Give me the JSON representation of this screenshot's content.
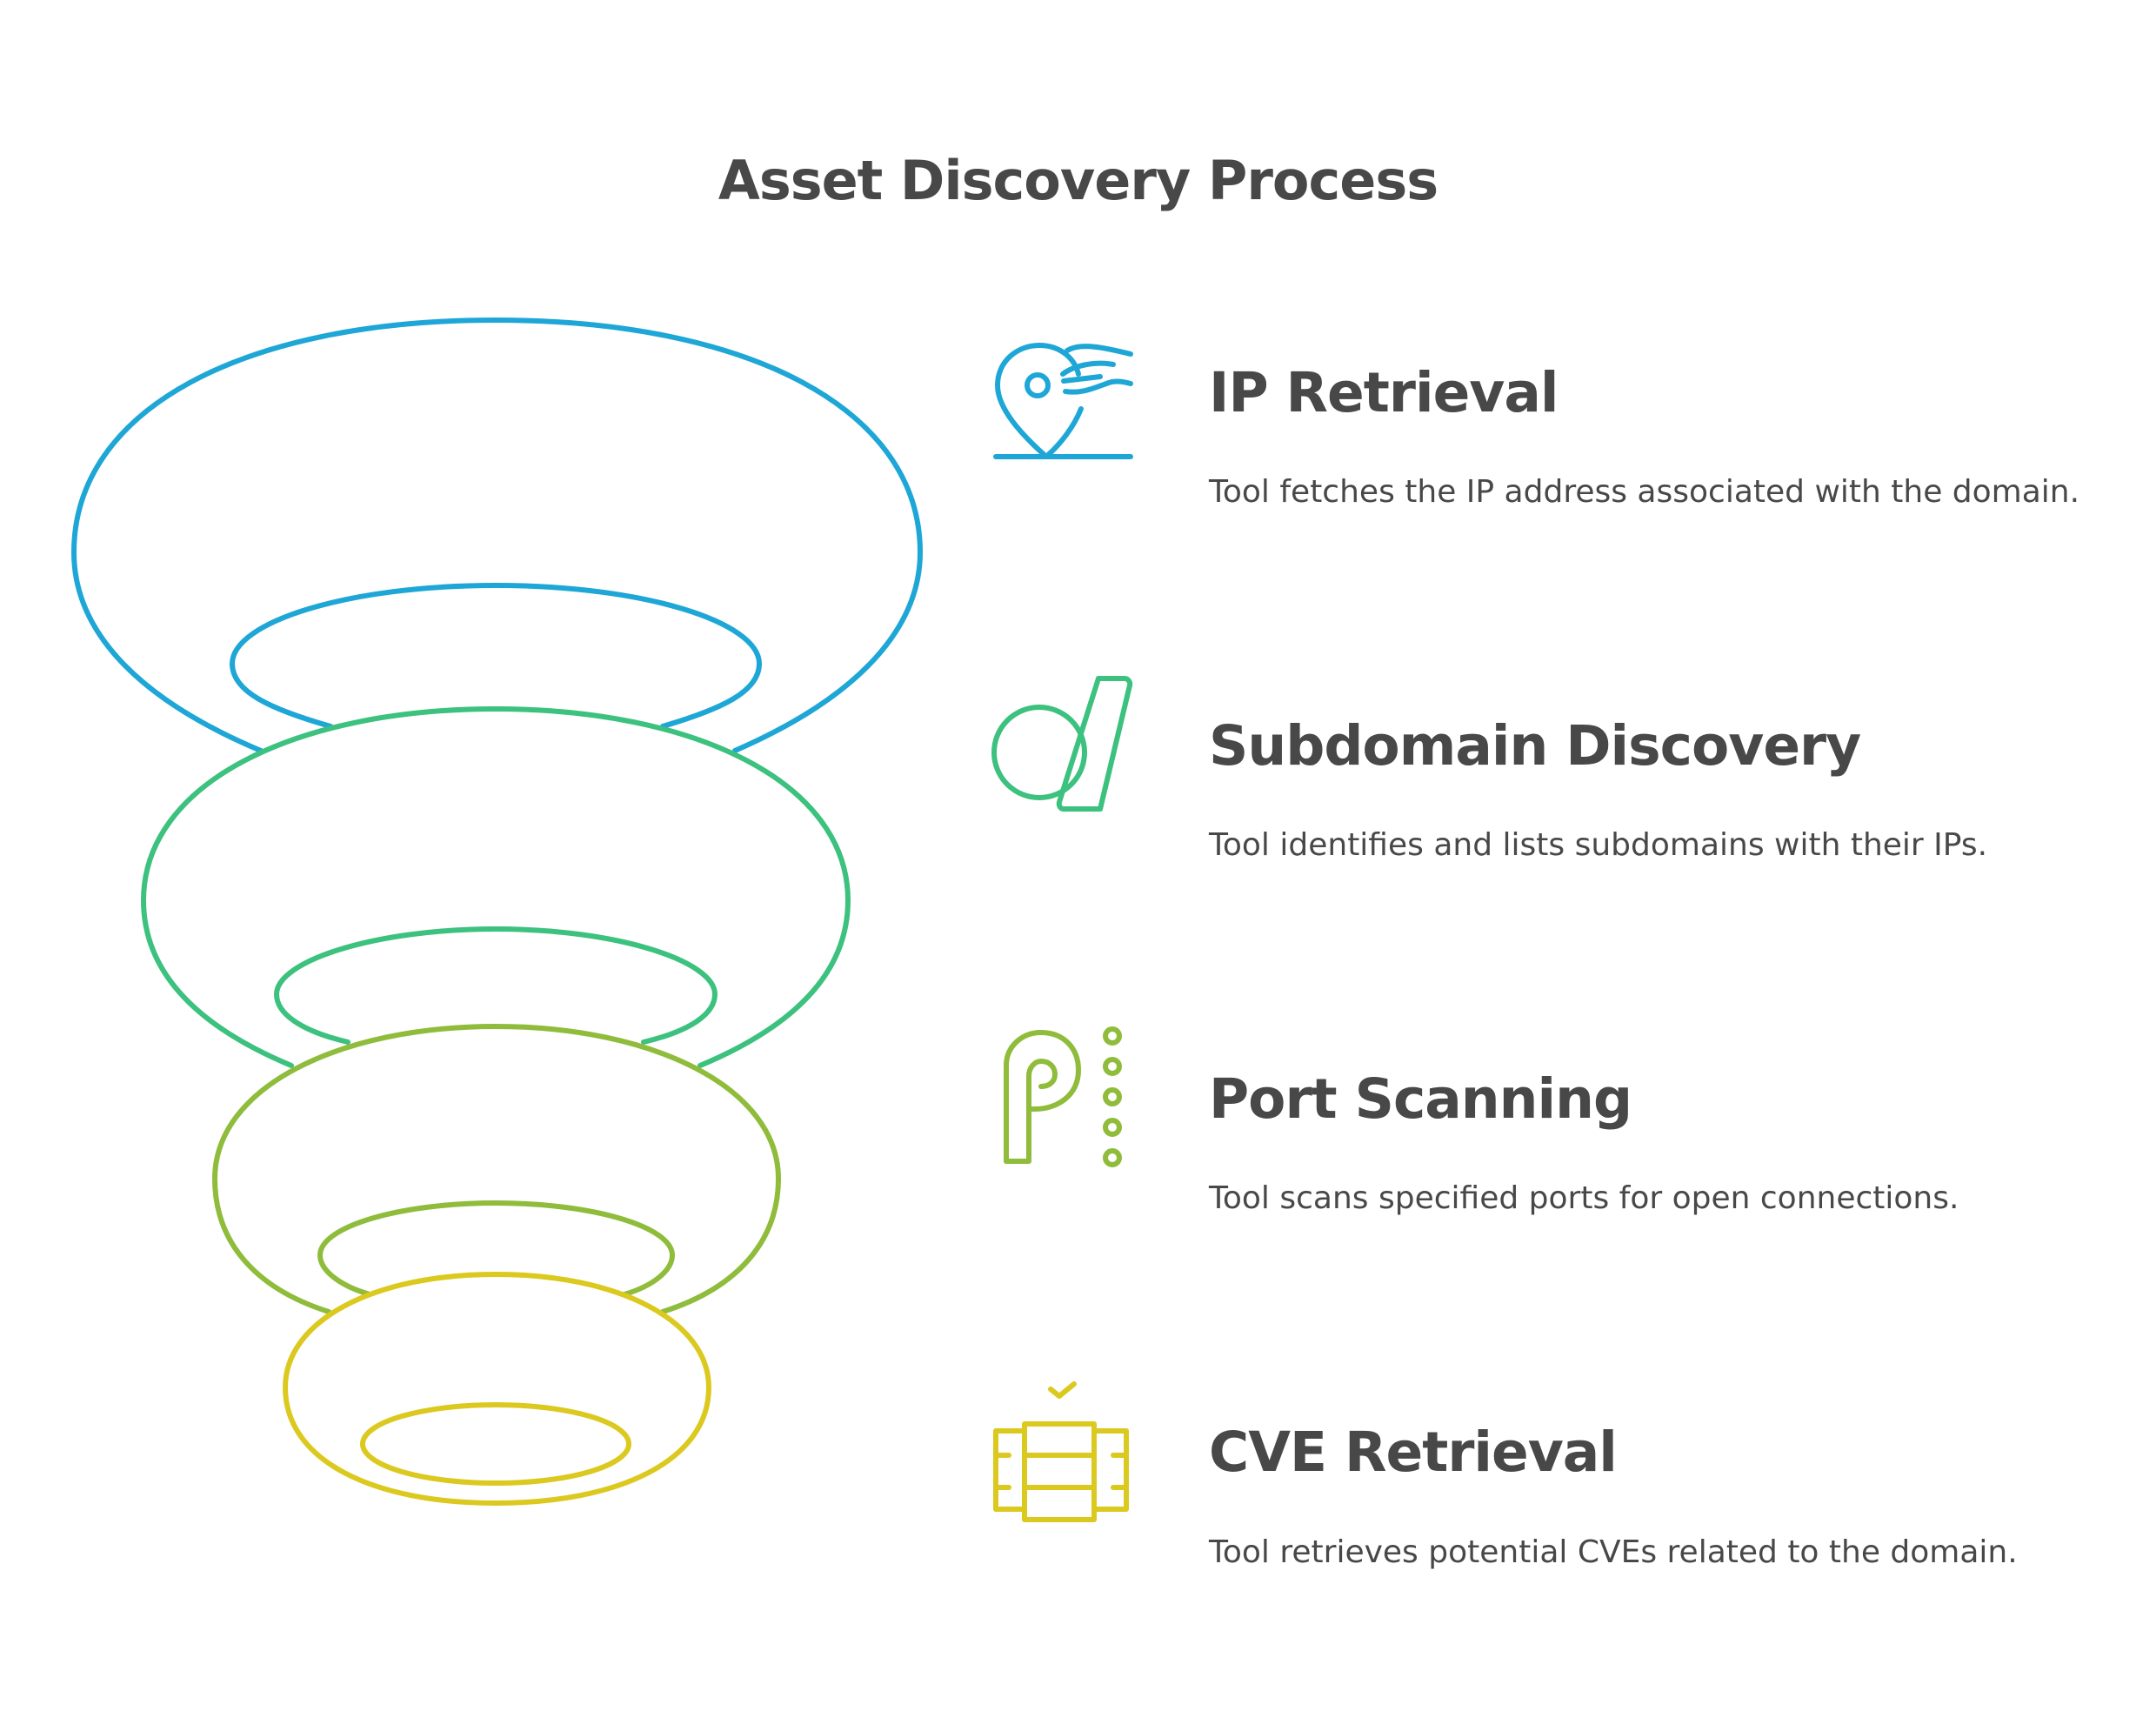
{
  "title": "Asset Discovery Process",
  "colors": {
    "blue": "#1ea7d6",
    "green": "#3cc17f",
    "olive": "#8fbc3b",
    "yellow": "#dcc91f",
    "text": "#484848"
  },
  "steps": [
    {
      "heading": "IP Retrieval",
      "description": "Tool fetches the IP address associated with the domain.",
      "icon": "location-pin-icon",
      "color": "#1ea7d6"
    },
    {
      "heading": "Subdomain Discovery",
      "description": "Tool identifies and lists subdomains with their IPs.",
      "icon": "circle-slash-icon",
      "color": "#3cc17f"
    },
    {
      "heading": "Port Scanning",
      "description": "Tool scans specified ports for open connections.",
      "icon": "port-letter-p-icon",
      "color": "#8fbc3b"
    },
    {
      "heading": "CVE Retrieval",
      "description": "Tool retrieves potential CVEs related to the domain.",
      "icon": "server-rack-check-icon",
      "color": "#dcc91f"
    }
  ]
}
